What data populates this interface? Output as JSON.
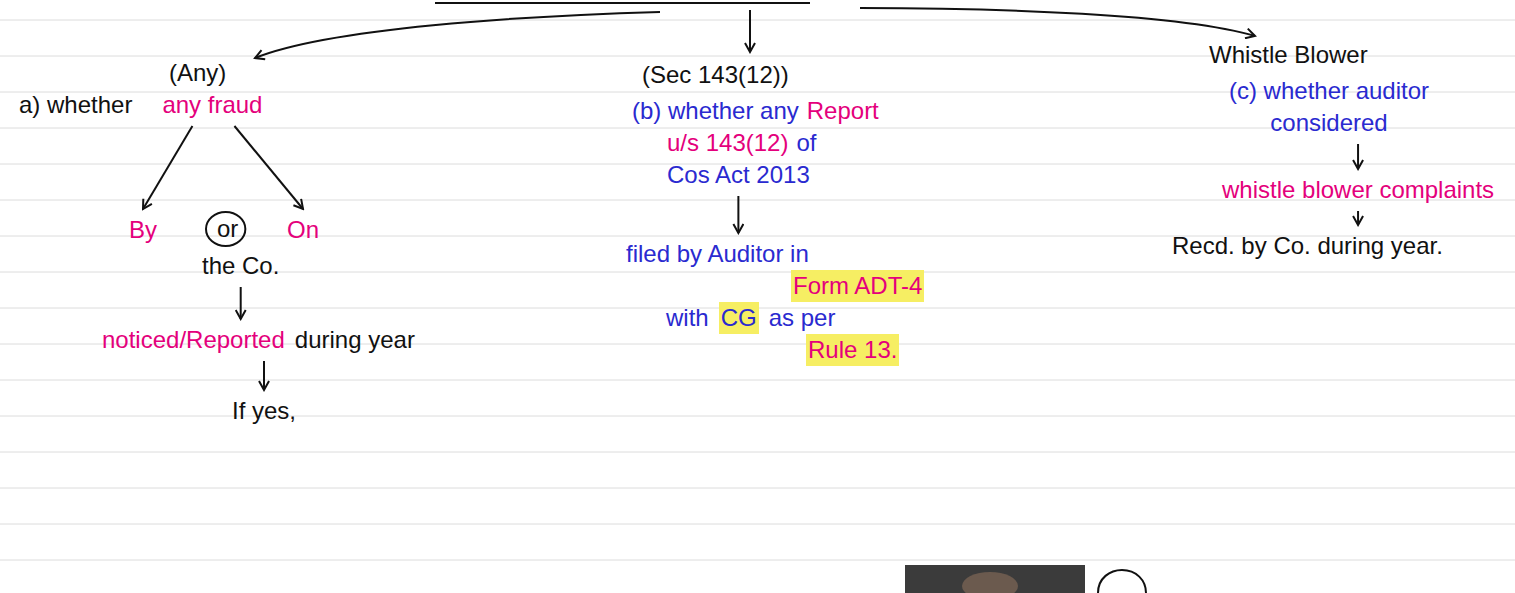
{
  "diagram": {
    "nodes": [
      {
        "text": [
          "(Any)",
          "a) whether",
          "any fraud"
        ]
      },
      {
        "text": [
          "By"
        ]
      },
      {
        "text": [
          "or"
        ]
      },
      {
        "text": [
          "On"
        ]
      },
      {
        "text": [
          "the Co."
        ]
      },
      {
        "text": [
          "noticed/Reported",
          "during year"
        ]
      },
      {
        "text": [
          "If yes,"
        ]
      },
      {
        "text": [
          "(Sec 143(12))"
        ]
      },
      {
        "text": [
          "(b) whether any",
          "Report",
          "u/s 143(12)",
          "of",
          "Cos Act 2013"
        ]
      },
      {
        "text": [
          "filed by Auditor in",
          "Form ADT-4",
          "with",
          "CG",
          "as per",
          "Rule 13."
        ]
      },
      {
        "text": [
          "Whistle Blower"
        ]
      },
      {
        "text": [
          "(c) whether auditor considered"
        ]
      },
      {
        "text": [
          "whistle blower complaints"
        ]
      },
      {
        "text": [
          "Recd. by Co. during year."
        ]
      }
    ],
    "edges": [
      {
        "from": 0,
        "to": 1,
        "arrow": "to"
      },
      {
        "from": 0,
        "to": 3,
        "arrow": "to"
      },
      {
        "from": 4,
        "to": 5,
        "arrow": "to"
      },
      {
        "from": 5,
        "to": 6,
        "arrow": "to"
      },
      {
        "from": 8,
        "to": 9,
        "arrow": "to"
      },
      {
        "from": 11,
        "to": 12,
        "arrow": "to"
      },
      {
        "from": 12,
        "to": 13,
        "arrow": "to"
      }
    ]
  }
}
